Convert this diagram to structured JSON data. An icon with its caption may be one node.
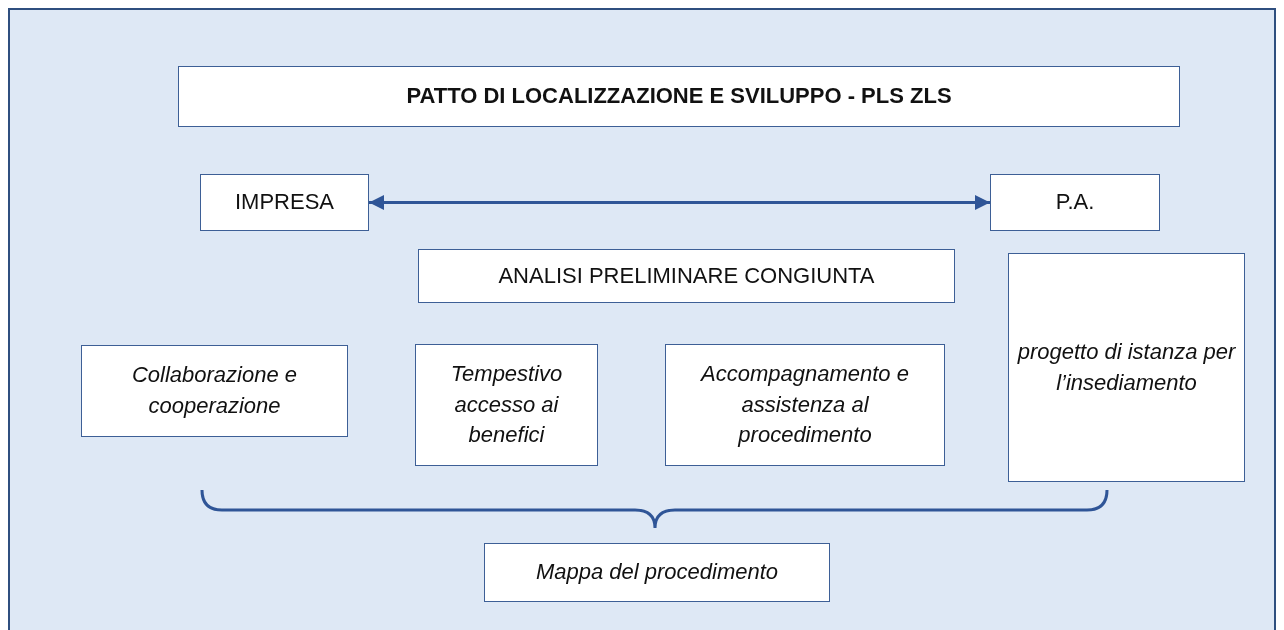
{
  "diagram": {
    "nodes": [
      {
        "text": [
          "PATTO DI LOCALIZZAZIONE E SVILUPPO - PLS ZLS"
        ]
      },
      {
        "text": [
          "IMPRESA"
        ]
      },
      {
        "text": [
          "P.A."
        ]
      },
      {
        "text": [
          "ANALISI PRELIMINARE CONGIUNTA"
        ]
      },
      {
        "text": [
          "Collaborazione e cooperazione"
        ]
      },
      {
        "text": [
          "Tempestivo accesso ai benefici"
        ]
      },
      {
        "text": [
          "Accompagnamento e assistenza al procedimento"
        ]
      },
      {
        "text": [
          "progetto di istanza per l’insediamento"
        ]
      },
      {
        "text": [
          "Mappa del procedimento"
        ]
      }
    ],
    "edges": [
      {
        "from": 1,
        "to": 2,
        "arrow": "both"
      }
    ]
  }
}
